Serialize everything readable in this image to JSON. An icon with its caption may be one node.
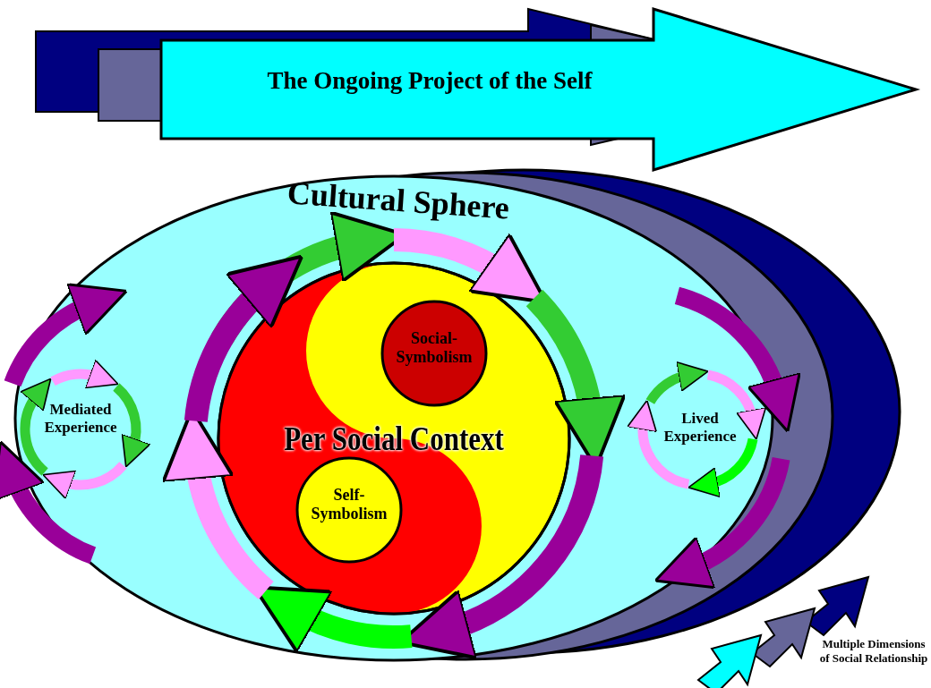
{
  "diagram": {
    "nodes": [
      {
        "text": [
          "The Ongoing Project of the Self"
        ]
      },
      {
        "text": [
          "Cultural Sphere"
        ]
      },
      {
        "text": [
          "Per Social Context"
        ],
        "in": 1
      },
      {
        "text": [
          "Social-Symbolism"
        ],
        "in": 2
      },
      {
        "text": [
          "Self-Symbolism"
        ],
        "in": 2
      },
      {
        "text": [
          "Mediated Experience"
        ],
        "in": 1
      },
      {
        "text": [
          "Lived Experience"
        ],
        "in": 1
      }
    ],
    "labels": [
      "Multiple Dimensions of Social Relationship"
    ]
  }
}
